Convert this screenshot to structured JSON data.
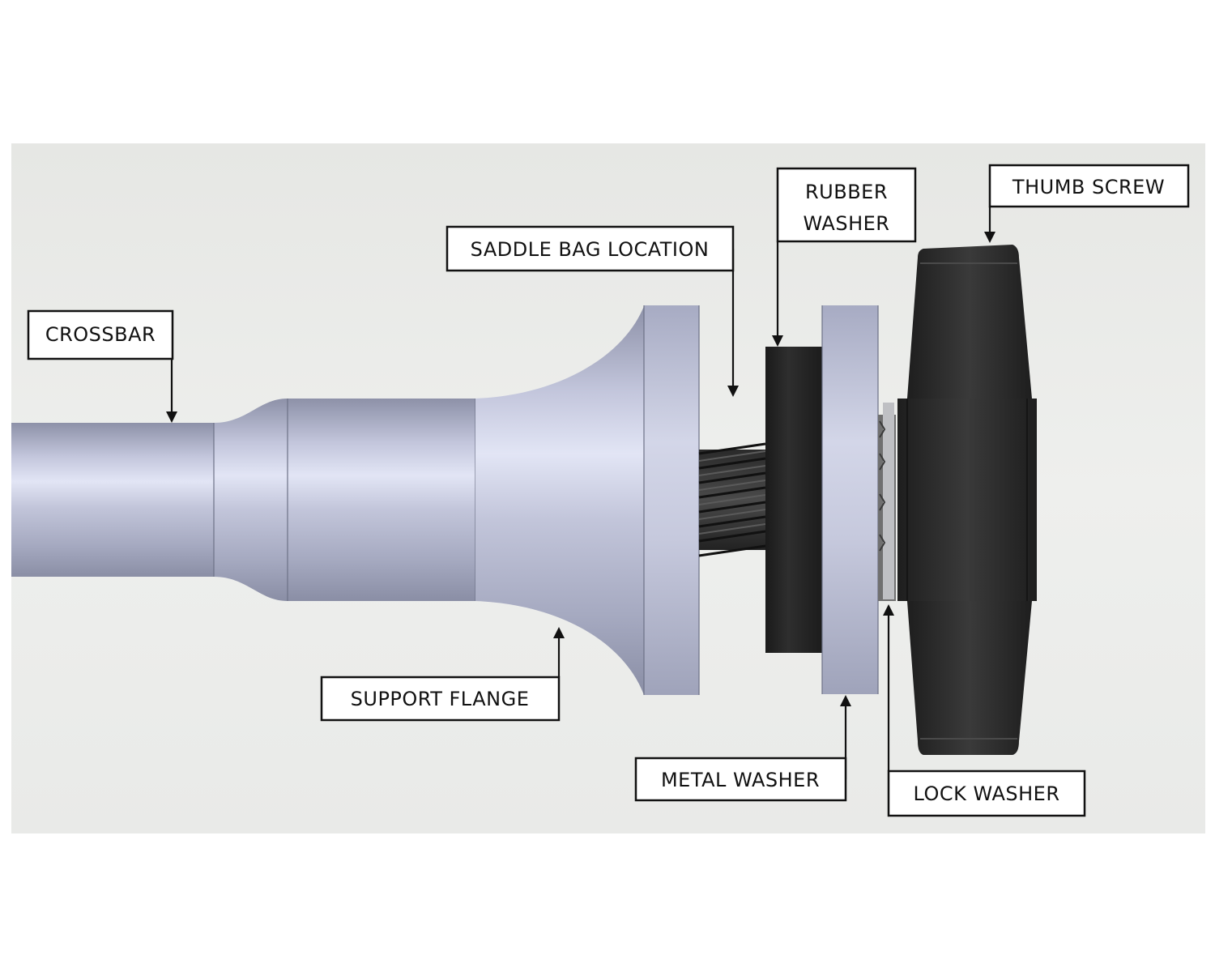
{
  "labels": {
    "crossbar": "CROSSBAR",
    "saddle_bag_location": "SADDLE BAG LOCATION",
    "rubber_washer_line1": "RUBBER",
    "rubber_washer_line2": "WASHER",
    "thumb_screw": "THUMB SCREW",
    "support_flange": "SUPPORT FLANGE",
    "metal_washer": "METAL WASHER",
    "lock_washer": "LOCK WASHER"
  },
  "colors": {
    "background_panel": "#e8e9e7",
    "steel": "#b6b9cf",
    "steel_highlight": "#dfe2f2",
    "rubber": "#222222",
    "thumb_screw": "#2b2b2b",
    "label_border": "#111111"
  }
}
